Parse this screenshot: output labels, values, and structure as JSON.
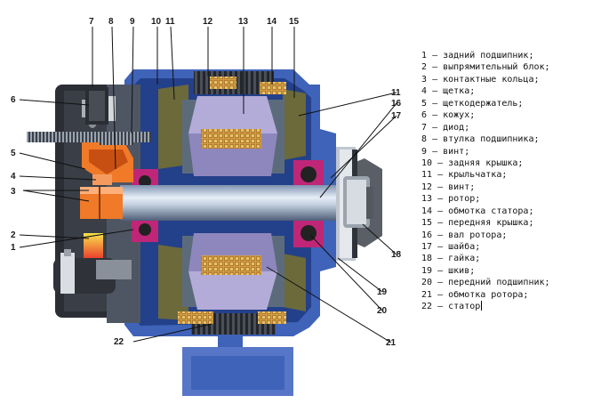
{
  "callout_numbers": [
    "1",
    "2",
    "3",
    "4",
    "5",
    "6",
    "7",
    "8",
    "9",
    "10",
    "11",
    "12",
    "13",
    "14",
    "15",
    "16",
    "17",
    "18",
    "19",
    "20",
    "21",
    "22"
  ],
  "legend": [
    {
      "num": "1",
      "text": "задний подшипник;"
    },
    {
      "num": "2",
      "text": "выпрямительный блок;"
    },
    {
      "num": "3",
      "text": "контактные кольца;"
    },
    {
      "num": "4",
      "text": "щетка;"
    },
    {
      "num": "5",
      "text": "щеткодержатель;"
    },
    {
      "num": "6",
      "text": "кожух;"
    },
    {
      "num": "7",
      "text": "диод;"
    },
    {
      "num": "8",
      "text": "втулка подшипника;"
    },
    {
      "num": "9",
      "text": "винт;"
    },
    {
      "num": "10",
      "text": "задняя крышка;"
    },
    {
      "num": "11",
      "text": "крыльчатка;"
    },
    {
      "num": "12",
      "text": "винт;"
    },
    {
      "num": "13",
      "text": "ротор;"
    },
    {
      "num": "14",
      "text": "обмотка статора;"
    },
    {
      "num": "15",
      "text": "передняя крышка;"
    },
    {
      "num": "16",
      "text": "вал ротора;"
    },
    {
      "num": "17",
      "text": "шайба;"
    },
    {
      "num": "18",
      "text": "гайка;"
    },
    {
      "num": "19",
      "text": "шкив;"
    },
    {
      "num": "20",
      "text": "передний подшипник;"
    },
    {
      "num": "21",
      "text": "обмотка ротора;"
    },
    {
      "num": "22",
      "text": "статор"
    }
  ],
  "legend_separator": "–",
  "colors": {
    "housing_blue": "#3f63b8",
    "housing_dark": "#23408a",
    "body_grey": "#5c6b7c",
    "rotor_lavender": "#8e87bd",
    "rotor_light": "#b3acd8",
    "fan_olive": "#6c6a3a",
    "winding_orange": "#d2a048",
    "slip_ring_orange": "#f07a28",
    "bearing_magenta": "#c02678",
    "back_cover_dark": "#2a2d33",
    "shaft_steel": "#c9d4e4"
  }
}
